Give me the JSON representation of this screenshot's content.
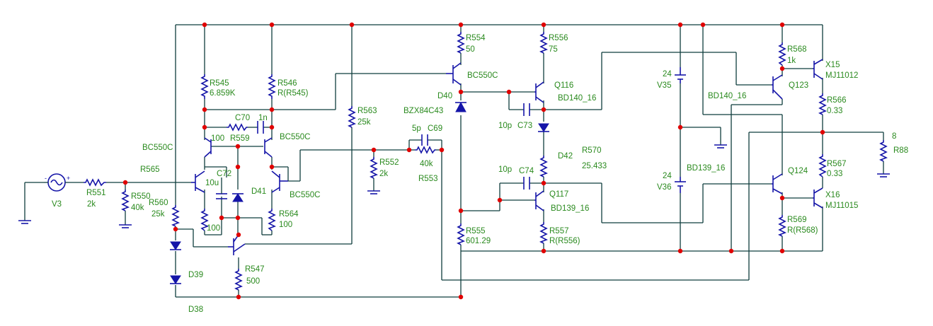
{
  "labels": {
    "R545": "R545",
    "R545v": "6.859K",
    "R546": "R546",
    "R546v": "R(R545)",
    "R554": "R554",
    "R554v": "50",
    "R556": "R556",
    "R556v": "75",
    "R568": "R568",
    "R568v": "1k",
    "X15": "X15",
    "X15v": "MJ11012",
    "BC550C_q": "BC550C",
    "Q116": "Q116",
    "Q116v": "BD140_16",
    "D40": "D40",
    "BZX": "BZX84C43",
    "R563": "R563",
    "R563v": "25k",
    "C70": "C70",
    "C70v": "1n",
    "v24a": "24",
    "V35": "V35",
    "Q123": "Q123",
    "Q123v": "BD140_16",
    "R566": "R566",
    "R566v": "0.33",
    "R559v": "100",
    "R559": "R559",
    "BC550C_r": "BC550C",
    "C69v": "5p",
    "C69": "C69",
    "C73v": "10p",
    "C73": "C73",
    "n8": "8",
    "R88": "R88",
    "BC550C_l": "BC550C",
    "D42": "D42",
    "R570": "R570",
    "R570v": "25.433",
    "R552": "R552",
    "R552v": "2k",
    "R553v": "40k",
    "R553": "R553",
    "R565": "R565",
    "C72": "C72",
    "C72v": "10u",
    "C74v": "10p",
    "C74": "C74",
    "v24b": "24",
    "V36": "V36",
    "Q124": "Q124",
    "BD139_16": "BD139_16",
    "R567": "R567",
    "R567v": "0.33",
    "R551": "R551",
    "R551v": "2k",
    "R550": "R550",
    "R550v": "40k",
    "V3": "V3",
    "D41": "D41",
    "BC550C_d": "BC550C",
    "Q117": "Q117",
    "Q117v": "BD139_16",
    "X16": "X16",
    "X16v": "MJ11015",
    "R560": "R560",
    "R560v": "25k",
    "R564": "R564",
    "R564v": "100",
    "R100b": "100",
    "R555": "R555",
    "R555v": "601.29",
    "R557": "R557",
    "R557v": "R(R556)",
    "R569": "R569",
    "R569v": "R(R568)",
    "D39": "D39",
    "R547": "R547",
    "R547v": "500",
    "D38": "D38"
  },
  "source_marks": {
    "minus": "-",
    "plus": "+"
  },
  "colors": {
    "wire": "#0f3d3d",
    "component": "#1515a8",
    "label": "#2a8a1e",
    "junction": "#e00000"
  }
}
